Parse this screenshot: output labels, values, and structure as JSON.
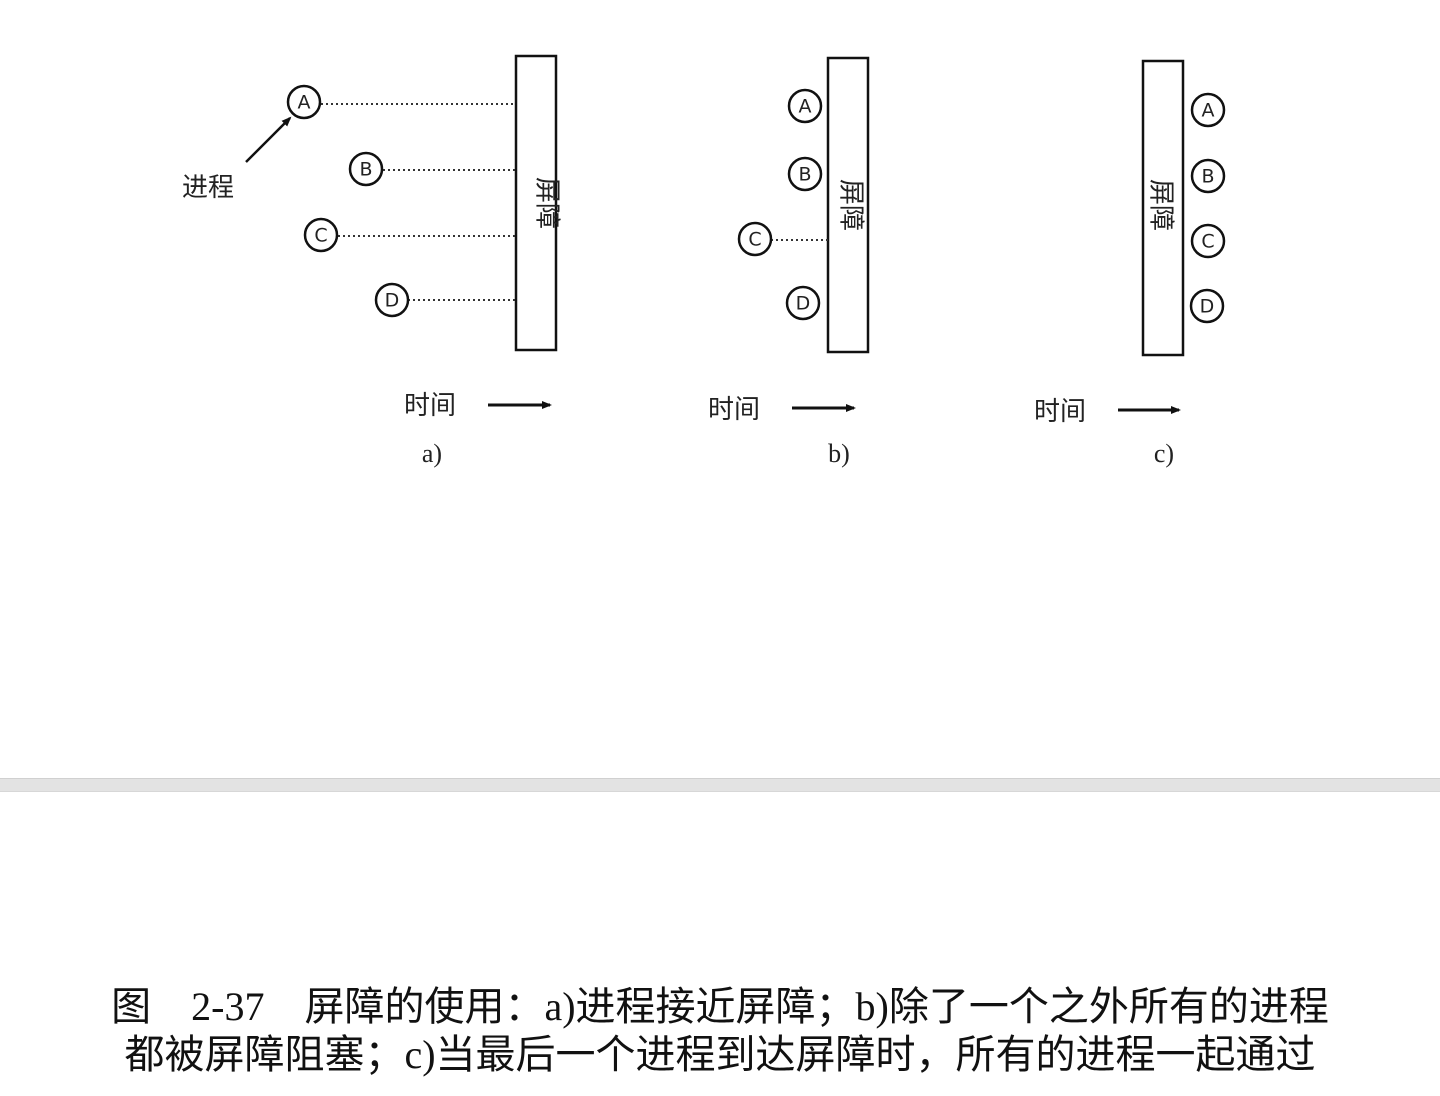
{
  "figure": {
    "process_label": "进程",
    "barrier_label": "屏障",
    "time_label": "时间",
    "panels": [
      {
        "label": "a)",
        "processes": [
          "A",
          "B",
          "C",
          "D"
        ]
      },
      {
        "label": "b)",
        "processes": [
          "A",
          "B",
          "C",
          "D"
        ]
      },
      {
        "label": "c)",
        "processes": [
          "A",
          "B",
          "C",
          "D"
        ]
      }
    ]
  },
  "caption": {
    "line1": "图　2-37　屏障的使用：a)进程接近屏障；b)除了一个之外所有的进程",
    "line2": "都被屏障阻塞；c)当最后一个进程到达屏障时，所有的进程一起通过"
  }
}
